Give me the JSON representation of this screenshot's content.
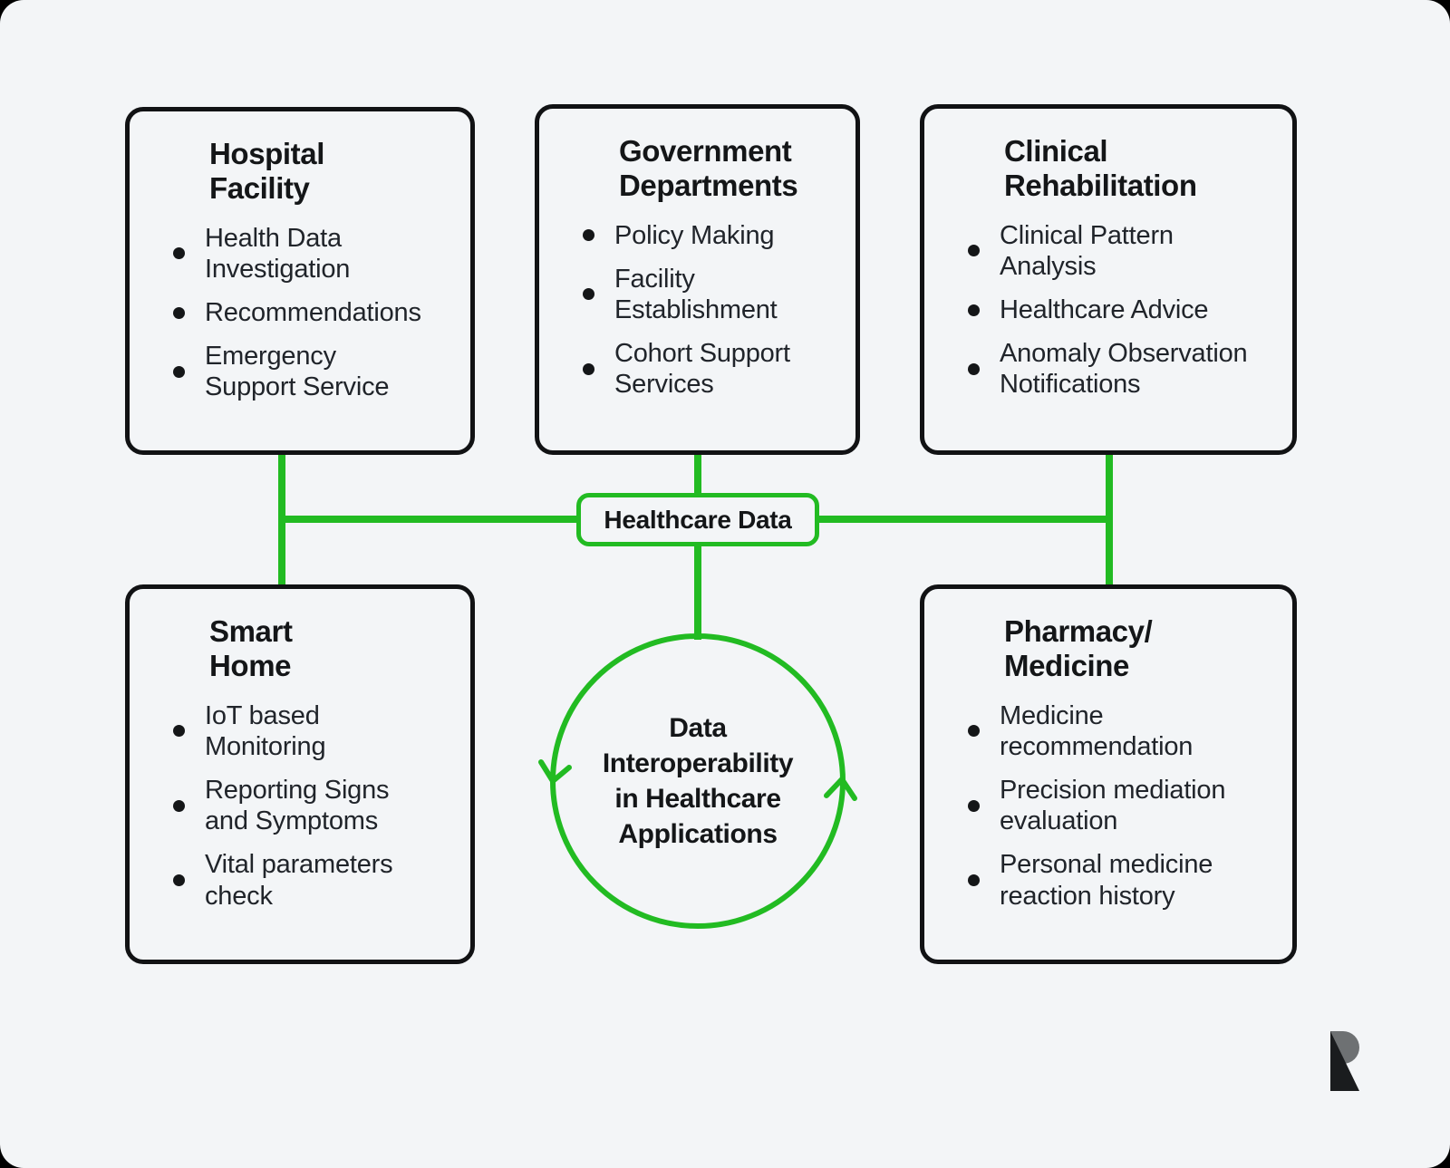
{
  "canvas": {
    "background": "#f3f5f7",
    "accent_green": "#22bb22",
    "ink": "#141618"
  },
  "center": {
    "pill_label": "Healthcare Data",
    "circle_label": "Data\nInteroperability\nin Healthcare\nApplications"
  },
  "boxes": [
    {
      "id": "hospital",
      "title": "Hospital\nFacility",
      "bullets": [
        "Health Data\nInvestigation",
        "Recommendations",
        "Emergency\nSupport Service"
      ]
    },
    {
      "id": "government",
      "title": "Government\nDepartments",
      "bullets": [
        "Policy Making",
        "Facility\nEstablishment",
        "Cohort Support\nServices"
      ]
    },
    {
      "id": "clinical",
      "title": "Clinical\nRehabilitation",
      "bullets": [
        "Clinical Pattern\nAnalysis",
        "Healthcare Advice",
        "Anomaly Observation\nNotifications"
      ]
    },
    {
      "id": "smarthome",
      "title": "Smart\nHome",
      "bullets": [
        "IoT based\nMonitoring",
        "Reporting Signs\nand Symptoms",
        "Vital parameters\ncheck"
      ]
    },
    {
      "id": "pharmacy",
      "title": "Pharmacy/\nMedicine",
      "bullets": [
        "Medicine\nrecommendation",
        "Precision mediation\nevaluation",
        "Personal medicine\nreaction history"
      ]
    }
  ],
  "logo": {
    "name": "r-logo-mark",
    "dark": "#1a1c1e",
    "gray": "#6e7173"
  }
}
